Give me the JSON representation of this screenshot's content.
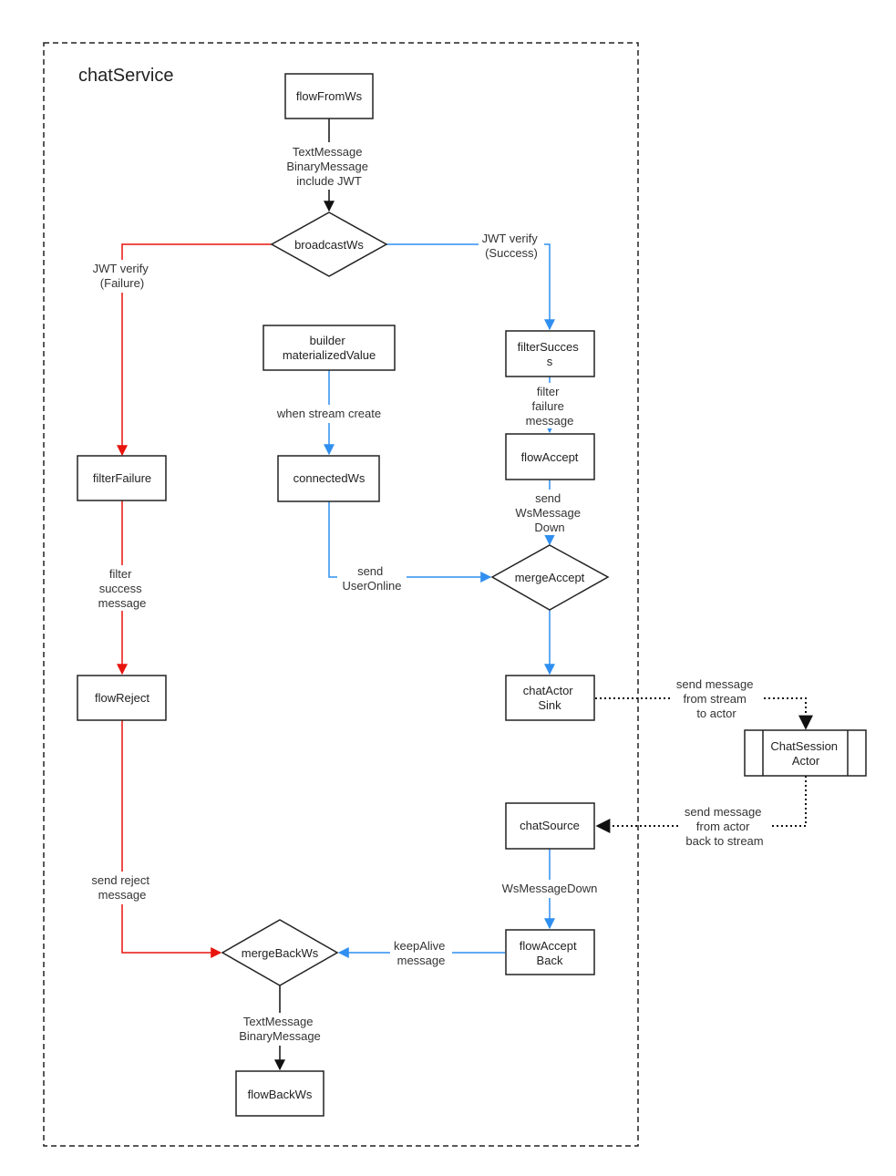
{
  "container": {
    "title": "chatService"
  },
  "colors": {
    "red": "#e8140e",
    "blue": "#2f8ff0",
    "black": "#111111"
  },
  "nodes": {
    "flowFromWs": "flowFromWs",
    "broadcastWs": "broadcastWs",
    "builder": [
      "builder",
      "materializedValue"
    ],
    "filterSuccess": [
      "filterSucces",
      "s"
    ],
    "filterFailure": "filterFailure",
    "connectedWs": "connectedWs",
    "flowAccept": "flowAccept",
    "mergeAccept": "mergeAccept",
    "flowReject": "flowReject",
    "chatActorSink": [
      "chatActor",
      "Sink"
    ],
    "chatSessionActor": [
      "ChatSession",
      "Actor"
    ],
    "chatSource": "chatSource",
    "flowAcceptBack": [
      "flowAccept",
      "Back"
    ],
    "mergeBackWs": "mergeBackWs",
    "flowBackWs": "flowBackWs"
  },
  "edges": {
    "e1": [
      "TextMessage",
      "BinaryMessage",
      "include JWT"
    ],
    "e2": [
      "JWT verify",
      "(Failure)"
    ],
    "e3": [
      "JWT verify",
      "(Success)"
    ],
    "e4": [
      "when stream create"
    ],
    "e5": [
      "filter",
      "failure",
      "message"
    ],
    "e6": [
      "send",
      "WsMessage",
      "Down"
    ],
    "e7": [
      "send",
      "UserOnline"
    ],
    "e8": [
      "filter",
      "success",
      "message"
    ],
    "e9": [
      "send message",
      "from stream",
      "to actor"
    ],
    "e10": [
      "send message",
      "from actor",
      "back to stream"
    ],
    "e11": [
      "WsMessageDown"
    ],
    "e12": [
      "send reject",
      "message"
    ],
    "e13": [
      "keepAlive",
      "message"
    ],
    "e14": [
      "TextMessage",
      "BinaryMessage"
    ]
  }
}
